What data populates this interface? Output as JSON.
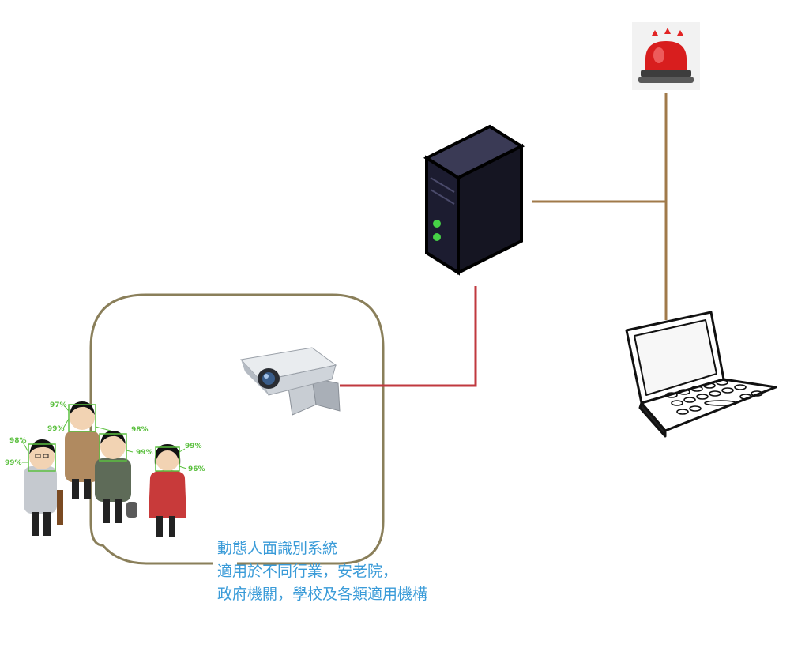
{
  "colors": {
    "network_cable": "#a07a4a",
    "camera_cable": "#c0393f",
    "zone_border": "#8a7f5a",
    "caption_text": "#3a9bd8",
    "detection_box": "#5cc040"
  },
  "icons": {
    "alarm": "red-siren-icon",
    "server": "server-tower-icon",
    "laptop": "laptop-icon",
    "camera": "cctv-camera-icon",
    "people": "pedestrian-group-icon"
  },
  "detections": [
    "97%",
    "99%",
    "98%",
    "99%",
    "98%",
    "99%",
    "99%",
    "96%"
  ],
  "caption": {
    "line1": "動態人面識別系統",
    "line2": "適用於不同行業，安老院，",
    "line3": "政府機關，學校及各類適用機構"
  }
}
